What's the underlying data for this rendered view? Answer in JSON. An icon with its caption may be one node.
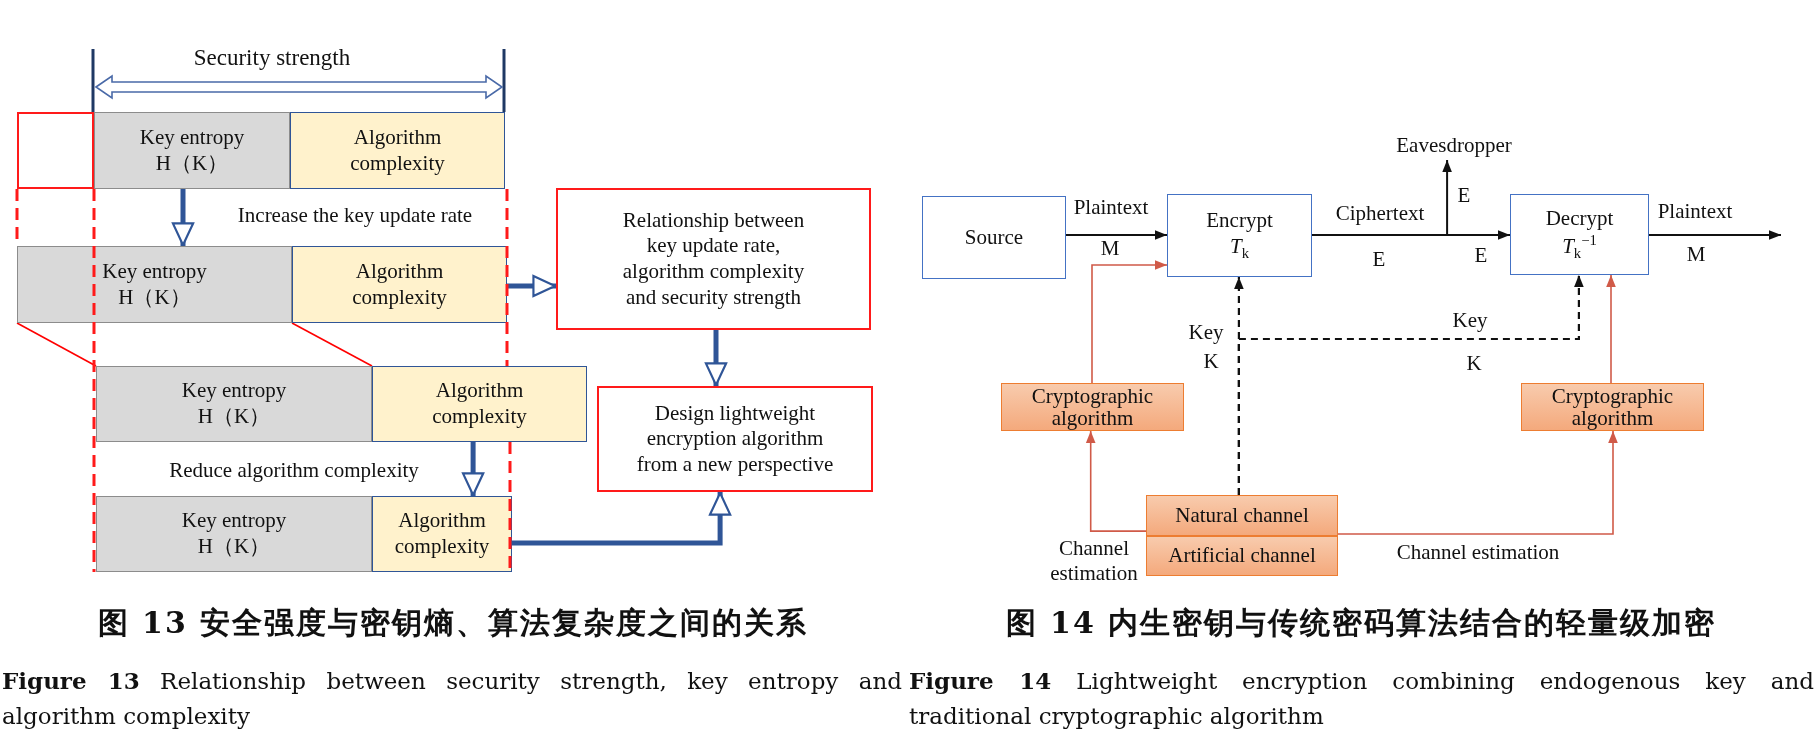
{
  "diagram": {
    "nodes": [
      {
        "text": [],
        "shape": "box"
      },
      {
        "text": [
          "Key entropy H（K）"
        ]
      },
      {
        "text": [
          "Algorithm complexity"
        ]
      },
      {
        "text": [
          "Key entropy H（K）"
        ]
      },
      {
        "text": [
          "Algorithm complexity"
        ]
      },
      {
        "text": [
          "Relationship between key update rate, algorithm complexity and security strength"
        ]
      },
      {
        "text": [
          "Key entropy H（K）"
        ]
      },
      {
        "text": [
          "Algorithm complexity"
        ]
      },
      {
        "text": [
          "Design lightweight encryption algorithm from a new perspective"
        ]
      },
      {
        "text": [
          "Key entropy H（K）"
        ]
      },
      {
        "text": [
          "Algorithm complexity"
        ]
      },
      {
        "text": [
          "Eavesdropper"
        ]
      },
      {
        "text": [
          "Source"
        ]
      },
      {
        "text": [
          "Encrypt",
          "*T*$_{k}$"
        ]
      },
      {
        "text": [
          "Decrypt",
          "*T*$_{k}$$^{−1}$"
        ]
      },
      {
        "text": [
          "Cryptographic algorithm"
        ]
      },
      {
        "text": [
          "Cryptographic algorithm"
        ]
      },
      {
        "text": [
          "Natural channel"
        ]
      },
      {
        "text": [
          "Artificial channel"
        ]
      }
    ],
    "edges": [
      {
        "from": 1,
        "to": 3,
        "arrow": "to",
        "label": "Increase the key update rate",
        "style": "thick",
        "color": "#2f5597"
      },
      {
        "from": 3,
        "to": 6,
        "arrow": "none",
        "color": "#ff0000"
      },
      {
        "from": 3,
        "to": 6,
        "arrow": "none",
        "color": "#ff0000"
      },
      {
        "from": 4,
        "to": 5,
        "arrow": "to",
        "style": "thick",
        "color": "#2f5597"
      },
      {
        "from": 5,
        "to": 8,
        "arrow": "to",
        "style": "thick",
        "color": "#2f5597"
      },
      {
        "from": 7,
        "to": 10,
        "arrow": "to",
        "label": "Reduce algorithm complexity",
        "style": "thick",
        "color": "#2f5597"
      },
      {
        "from": 10,
        "to": 8,
        "arrow": "to",
        "style": "thick",
        "color": "#2f5597"
      },
      {
        "from": 12,
        "to": 13,
        "arrow": "to",
        "label": "Plaintext"
      },
      {
        "from": 13,
        "to": 14,
        "arrow": "to",
        "label": "Ciphertext"
      },
      {
        "from": 13,
        "to": 11,
        "arrow": "to",
        "label": "E"
      },
      {
        "from": 14,
        "to": null,
        "arrow": "to",
        "label": "Plaintext"
      },
      {
        "from": 17,
        "to": 13,
        "arrow": "to",
        "label": "Key",
        "style": "dashed"
      },
      {
        "from": 17,
        "to": 14,
        "arrow": "to",
        "label": "Key",
        "style": "dashed"
      },
      {
        "from": 15,
        "to": 13,
        "arrow": "to",
        "color": "#d05a48"
      },
      {
        "from": 16,
        "to": 14,
        "arrow": "to",
        "color": "#d05a48"
      },
      {
        "from": 17,
        "to": 15,
        "arrow": "to",
        "label": "Channel estimation",
        "color": "#d05a48"
      },
      {
        "from": 17,
        "to": 16,
        "arrow": "to",
        "label": "Channel estimation",
        "color": "#d05a48"
      }
    ],
    "labels": [
      "Security strength",
      "M",
      "E",
      "E",
      "M",
      "K",
      "K",
      "图 13 安全强度与密钥熵、算法复杂度之间的关系",
      "图 14 内生密钥与传统密码算法结合的轻量级加密",
      "**Figure 13** Relationship between security strength, key entropy and algorithm complexity",
      "**Figure 14** Lightweight encryption combining endogenous key and traditional cryptographic algorithm"
    ]
  }
}
